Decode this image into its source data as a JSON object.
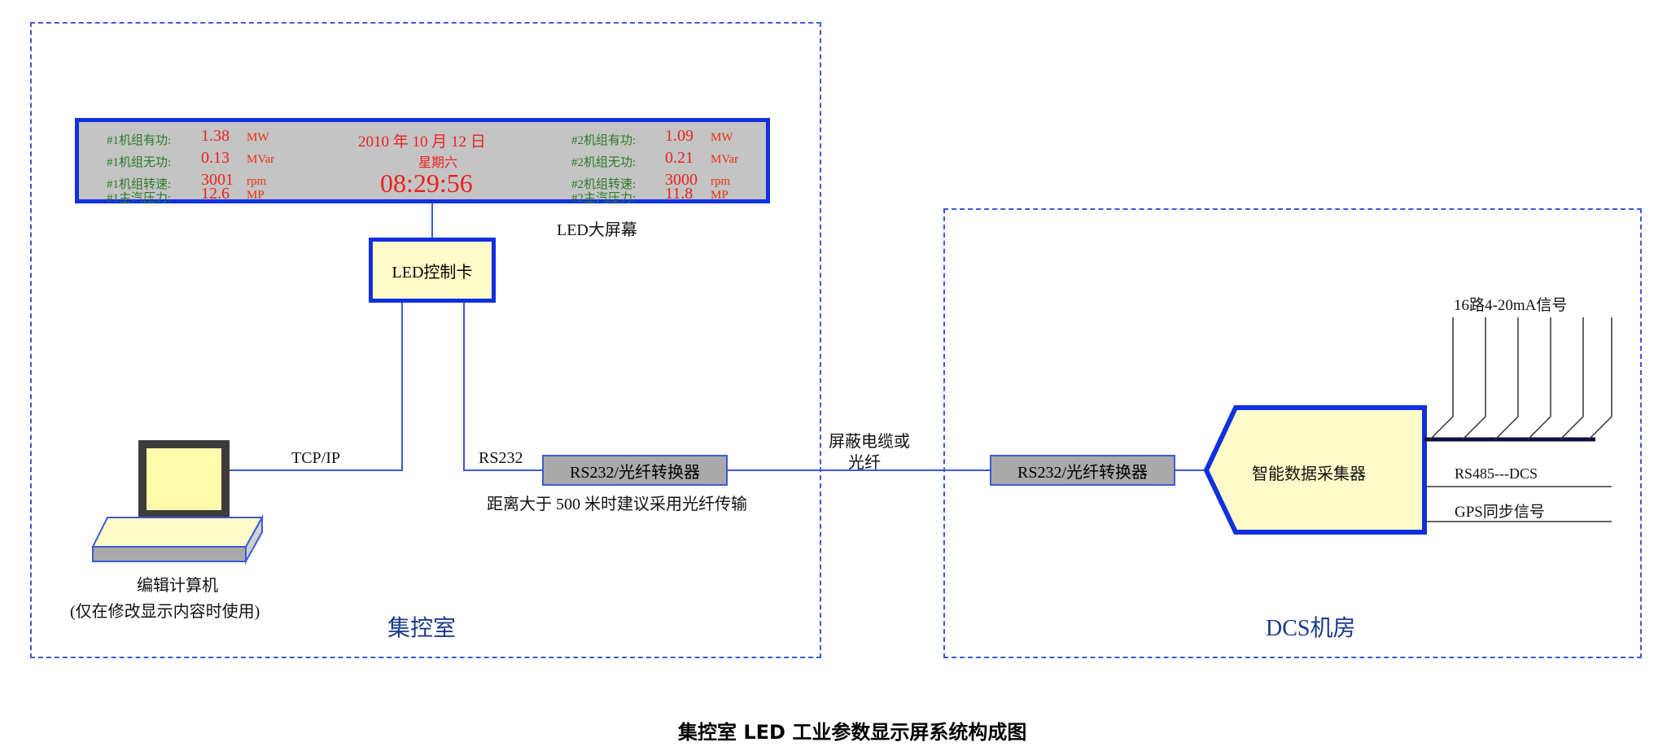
{
  "zones": {
    "control_room": "集控室",
    "dcs_room": "DCS机房"
  },
  "led_screen": {
    "label": "LED大屏幕",
    "date": "2010 年 10 月 12 日",
    "weekday": "星期六",
    "time": "08:29:56",
    "left_rows": [
      {
        "label": "#1机组有功:",
        "value": "1.38",
        "unit": "MW"
      },
      {
        "label": "#1机组无功:",
        "value": "0.13",
        "unit": "MVar"
      },
      {
        "label": "#1机组转速:",
        "value": "3001",
        "unit": "rpm"
      },
      {
        "label": "#1主汽压力:",
        "value": "12.6",
        "unit": "MP"
      }
    ],
    "right_rows": [
      {
        "label": "#2机组有功:",
        "value": "1.09",
        "unit": "MW"
      },
      {
        "label": "#2机组无功:",
        "value": "0.21",
        "unit": "MVar"
      },
      {
        "label": "#2机组转速:",
        "value": "3000",
        "unit": "rpm"
      },
      {
        "label": "#2主汽压力:",
        "value": "11.8",
        "unit": "MP"
      }
    ]
  },
  "led_control_card": "LED控制卡",
  "computer": {
    "label": "编辑计算机",
    "note": "(仅在修改显示内容时使用)"
  },
  "links": {
    "tcpip": "TCP/IP",
    "rs232": "RS232",
    "cable_line1": "屏蔽电缆或",
    "cable_line2": "光纤"
  },
  "converter_left": "RS232/光纤转换器",
  "converter_right": "RS232/光纤转换器",
  "distance_note": "距离大于 500 米时建议采用光纤传输",
  "collector": "智能数据采集器",
  "signals": {
    "analog": "16路4-20mA信号",
    "rs485": "RS485---DCS",
    "gps": "GPS同步信号"
  },
  "caption": "集控室 LED 工业参数显示屏系统构成图",
  "colors": {
    "line": "#3a5bd6",
    "led_border": "#1030e0",
    "led_bg": "#c4c4c4",
    "box_fill": "#fffbc8",
    "converter_fill": "#a9a9a9"
  }
}
